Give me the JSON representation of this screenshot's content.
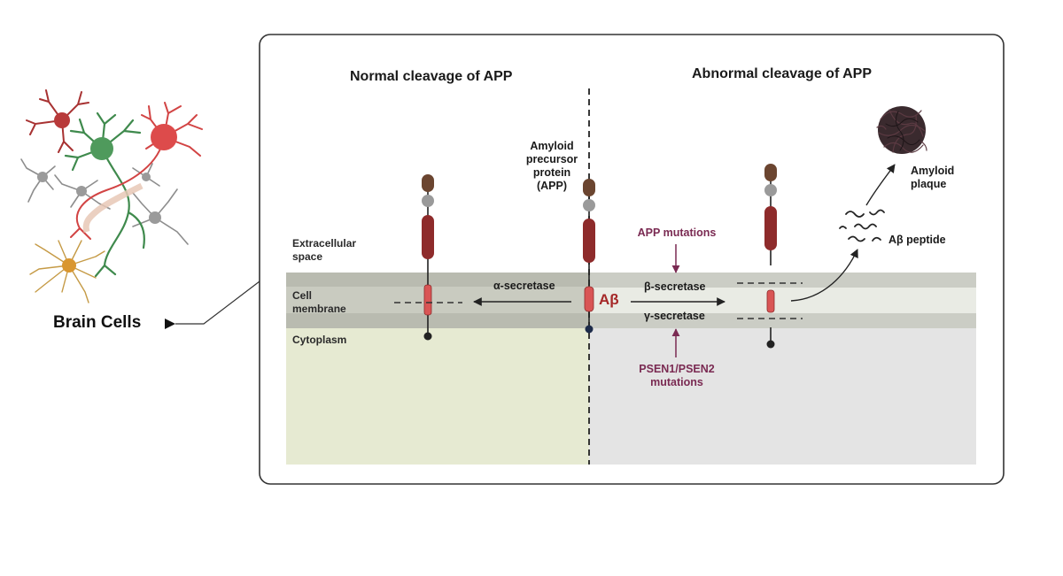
{
  "left": {
    "brain_cells_label": "Brain Cells"
  },
  "panel": {
    "title_normal": "Normal cleavage of APP",
    "title_abnormal": "Abnormal cleavage of APP",
    "regions": {
      "extracellular": "Extracellular space",
      "membrane": "Cell membrane",
      "cytoplasm": "Cytoplasm"
    },
    "center_protein": "Amyloid precursor protein (APP)",
    "abeta_label": "Aβ",
    "enzymes": {
      "alpha": "α-secretase",
      "beta": "β-secretase",
      "gamma": "γ-secretase"
    },
    "mutations": {
      "app": "APP mutations",
      "psen": "PSEN1/PSEN2 mutations"
    },
    "products": {
      "peptide": "Aβ peptide",
      "plaque": "Amyloid plaque"
    }
  },
  "colors": {
    "membrane_outer": "#b9bbb0",
    "membrane_inner": "#d6d9cd",
    "cytoplasm_left": "#e6ead2",
    "cytoplasm_right": "#e4e4e4",
    "protein_dark": "#8e2b2b",
    "protein_brown": "#6b4530",
    "protein_grey": "#9a9a9a",
    "abeta_segment": "#d95555",
    "mutation_arrow": "#7a2a52"
  }
}
